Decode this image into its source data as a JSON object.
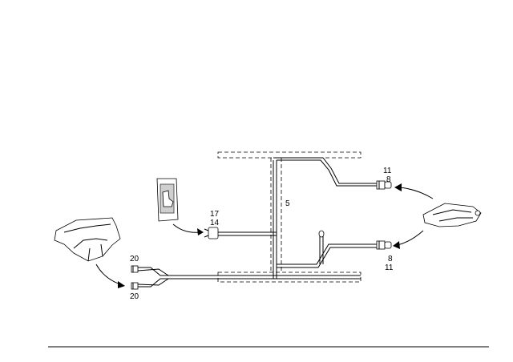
{
  "callouts": {
    "harness": "5",
    "switch_top": "17",
    "switch_bottom": "14",
    "upper_right_top": "11",
    "upper_right_bottom": "8",
    "lower_right_top": "8",
    "lower_right_bottom": "11",
    "left_top": "20",
    "left_bottom": "20"
  },
  "colors": {
    "line": "#000000",
    "background": "#ffffff"
  }
}
